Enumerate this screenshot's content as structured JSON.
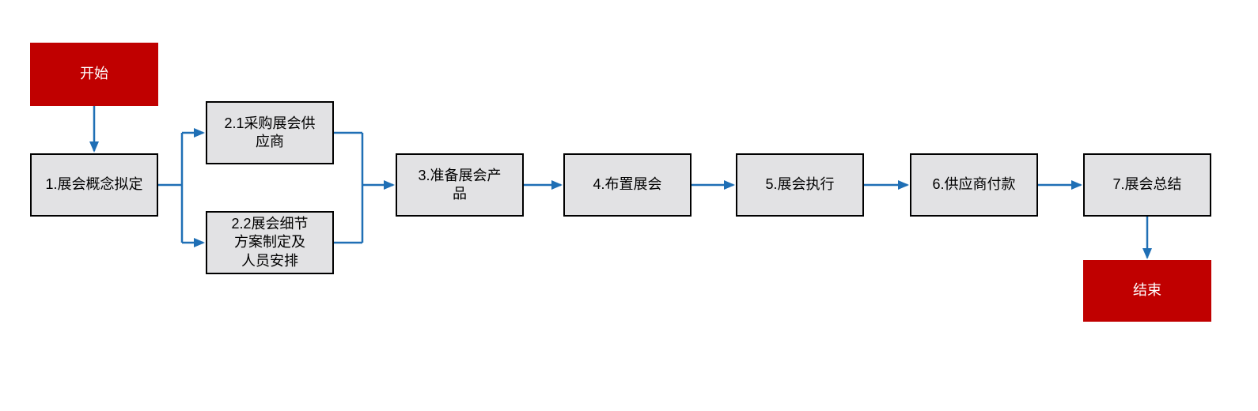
{
  "diagram": {
    "type": "flowchart",
    "direction": "left-to-right",
    "colors": {
      "start_end_fill": "#C00000",
      "start_end_text": "#FFFFFF",
      "process_fill": "#E2E2E4",
      "process_border": "#000000",
      "connector": "#1F6FB5"
    },
    "nodes": [
      {
        "id": "start",
        "kind": "terminator",
        "label": "开始"
      },
      {
        "id": "1",
        "kind": "process",
        "label": "1.展会概念拟定"
      },
      {
        "id": "2.1",
        "kind": "process",
        "label": "2.1采购展会供\n应商"
      },
      {
        "id": "2.2",
        "kind": "process",
        "label": "2.2展会细节\n方案制定及\n人员安排"
      },
      {
        "id": "3",
        "kind": "process",
        "label": "3.准备展会产\n品"
      },
      {
        "id": "4",
        "kind": "process",
        "label": "4.布置展会"
      },
      {
        "id": "5",
        "kind": "process",
        "label": "5.展会执行"
      },
      {
        "id": "6",
        "kind": "process",
        "label": "6.供应商付款"
      },
      {
        "id": "7",
        "kind": "process",
        "label": "7.展会总结"
      },
      {
        "id": "end",
        "kind": "terminator",
        "label": "结束"
      }
    ],
    "edges": [
      {
        "from": "start",
        "to": "1"
      },
      {
        "from": "1",
        "to": "2.1"
      },
      {
        "from": "1",
        "to": "2.2"
      },
      {
        "from": "2.1",
        "to": "3"
      },
      {
        "from": "2.2",
        "to": "3"
      },
      {
        "from": "3",
        "to": "4"
      },
      {
        "from": "4",
        "to": "5"
      },
      {
        "from": "5",
        "to": "6"
      },
      {
        "from": "6",
        "to": "7"
      },
      {
        "from": "7",
        "to": "end"
      }
    ]
  }
}
